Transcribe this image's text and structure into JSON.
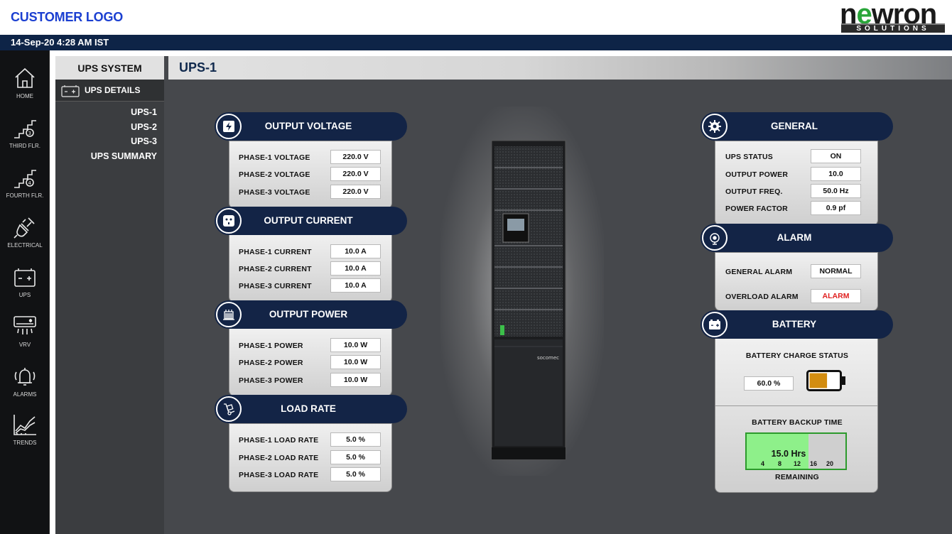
{
  "header": {
    "customer_logo": "CUSTOMER LOGO",
    "brand_word_start": "n",
    "brand_word_e": "e",
    "brand_word_end": "wron",
    "brand_sub": "SOLUTIONS",
    "datetime": "14-Sep-20 4:28 AM IST"
  },
  "nav": [
    {
      "label": "HOME",
      "icon": "home-icon"
    },
    {
      "label": "THIRD FLR.",
      "icon": "stairs-3-icon"
    },
    {
      "label": "FOURTH FLR.",
      "icon": "stairs-4-icon"
    },
    {
      "label": "ELECTRICAL",
      "icon": "plug-icon"
    },
    {
      "label": "UPS",
      "icon": "battery-icon"
    },
    {
      "label": "VRV",
      "icon": "air-conditioner-icon"
    },
    {
      "label": "ALARMS",
      "icon": "bell-icon"
    },
    {
      "label": "TRENDS",
      "icon": "chart-icon"
    }
  ],
  "submenu": {
    "title": "UPS SYSTEM",
    "section": "UPS DETAILS",
    "links": [
      "UPS-1",
      "UPS-2",
      "UPS-3",
      "UPS SUMMARY"
    ]
  },
  "page_title": "UPS-1",
  "panels": {
    "output_voltage": {
      "title": "OUTPUT VOLTAGE",
      "rows": [
        {
          "label": "PHASE-1 VOLTAGE",
          "value": "220.0 V"
        },
        {
          "label": "PHASE-2 VOLTAGE",
          "value": "220.0 V"
        },
        {
          "label": "PHASE-3 VOLTAGE",
          "value": "220.0 V"
        }
      ]
    },
    "output_current": {
      "title": "OUTPUT CURRENT",
      "rows": [
        {
          "label": "PHASE-1 CURRENT",
          "value": "10.0 A"
        },
        {
          "label": "PHASE-2 CURRENT",
          "value": "10.0 A"
        },
        {
          "label": "PHASE-3 CURRENT",
          "value": "10.0 A"
        }
      ]
    },
    "output_power": {
      "title": "OUTPUT POWER",
      "rows": [
        {
          "label": "PHASE-1 POWER",
          "value": "10.0 W"
        },
        {
          "label": "PHASE-2 POWER",
          "value": "10.0 W"
        },
        {
          "label": "PHASE-3 POWER",
          "value": "10.0 W"
        }
      ]
    },
    "load_rate": {
      "title": "LOAD RATE",
      "rows": [
        {
          "label": "PHASE-1 LOAD RATE",
          "value": "5.0 %"
        },
        {
          "label": "PHASE-2 LOAD RATE",
          "value": "5.0 %"
        },
        {
          "label": "PHASE-3 LOAD RATE",
          "value": "5.0 %"
        }
      ]
    },
    "general": {
      "title": "GENERAL",
      "rows": [
        {
          "label": "UPS STATUS",
          "value": "ON"
        },
        {
          "label": "OUTPUT POWER",
          "value": "10.0"
        },
        {
          "label": "OUTPUT FREQ.",
          "value": "50.0 Hz"
        },
        {
          "label": "POWER FACTOR",
          "value": "0.9 pf"
        }
      ]
    },
    "alarm": {
      "title": "ALARM",
      "rows": [
        {
          "label": "GENERAL ALARM",
          "value": "NORMAL"
        },
        {
          "label": "OVERLOAD ALARM",
          "value": "ALARM"
        }
      ]
    },
    "battery": {
      "title": "BATTERY",
      "charge_label": "BATTERY CHARGE STATUS",
      "charge_value": "60.0 %",
      "charge_fraction": 0.6,
      "backup_label": "BATTERY BACKUP TIME",
      "backup_value": "15.0 Hrs",
      "backup_hours": 15,
      "gauge_ticks": [
        "4",
        "8",
        "12",
        "16",
        "20"
      ],
      "remaining_label": "REMAINING"
    }
  },
  "ups_brand": "socomec",
  "colors": {
    "header_navy": "#132446",
    "alarm_red": "#e02020",
    "battery_fill": "#d38d10",
    "gauge_fill": "#8ef08a",
    "logo_blue": "#1b3fd1"
  }
}
